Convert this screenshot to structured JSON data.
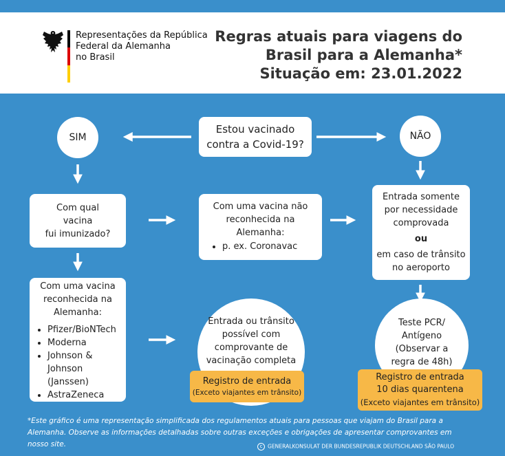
{
  "header": {
    "org_lines": [
      "Representações da República",
      "Federal da Alemanha",
      "no Brasil"
    ],
    "title_lines": [
      "Regras atuais para viagens do",
      "Brasil para a Alemanha*",
      "Situação em: 23.01.2022"
    ],
    "flag_colors": [
      "#000000",
      "#dd0000",
      "#ffce00"
    ]
  },
  "colors": {
    "background": "#3a8fcb",
    "highlight": "#f7b847"
  },
  "question": [
    "Estou vacinado",
    "contra a Covid-19?"
  ],
  "yes_label": "SIM",
  "no_label": "NÃO",
  "which_vaccine": [
    "Com qual",
    "vacina",
    "fui imunizado?"
  ],
  "not_recognized": {
    "lines": [
      "Com uma vacina não",
      "reconhecida na",
      "Alemanha:"
    ],
    "items": [
      "p. ex. Coronavac"
    ]
  },
  "recognized": {
    "lines": [
      "Com uma vacina",
      "reconhecida na",
      "Alemanha:"
    ],
    "items": [
      "Pfizer/BioNTech",
      "Moderna",
      "Johnson & Johnson (Janssen)",
      "AstraZeneca"
    ]
  },
  "entry_necessity": {
    "line1": [
      "Entrada somente",
      "por necessidade",
      "comprovada"
    ],
    "or": "ou",
    "line2": [
      "em caso de trânsito",
      "no aeroporto"
    ]
  },
  "entry_possible": [
    "Entrada ou trânsito",
    "possível com",
    "comprovante de",
    "vacinação completa"
  ],
  "registration_left": [
    "Registro de entrada",
    "(Exceto viajantes em trânsito)"
  ],
  "test": [
    "Teste PCR/",
    "Antígeno",
    "(Observar a",
    "regra de 48h)"
  ],
  "registration_right": [
    "Registro de entrada",
    "10 dias quarentena",
    "(Exceto viajantes em trânsito)"
  ],
  "footnote": "*Este gráfico é uma representação simplificada dos regulamentos atuais para pessoas que viajam do Brasil para a Alemanha. Observe as informações detalhadas sobre outras exceções e obrigações de apresentar comprovantes em nosso site.",
  "credit": "GENERALKONSULAT DER BUNDESREPUBLIK DEUTSCHLAND SÃO PAULO"
}
